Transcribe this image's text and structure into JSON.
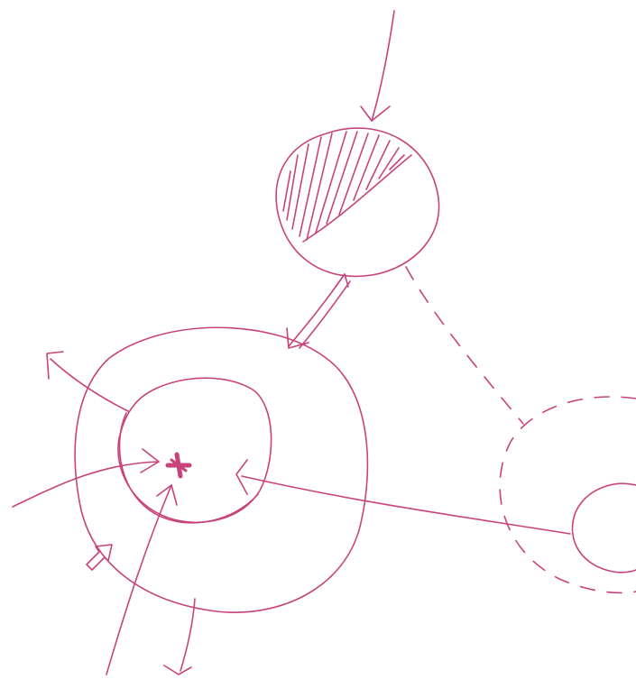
{
  "diagram": {
    "ink_color": "#c8437a",
    "background": "#ffffff",
    "style": "hand-drawn sketch",
    "elements": [
      "hatched-circle",
      "target-ring-outer",
      "target-ring-inner",
      "center-cross-mark",
      "dashed-circle",
      "small-circle"
    ]
  }
}
